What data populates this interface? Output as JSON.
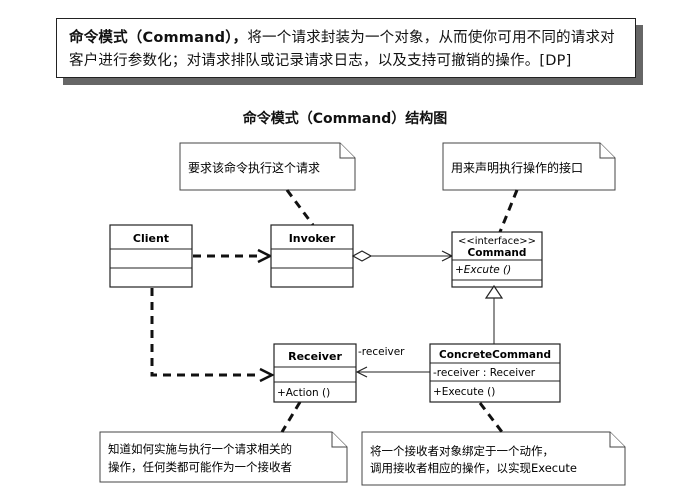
{
  "definition": {
    "lead": "命令模式（Command），",
    "text": "将一个请求封装为一个对象，从而使你可用不同的请求对客户进行参数化；对请求排队或记录请求日志，以及支持可撤销的操作。[DP]"
  },
  "diagram_title": "命令模式（Command）结构图",
  "notes": {
    "invoker": "要求该命令执行这个请求",
    "command": "用来声明执行操作的接口",
    "receiver_line1": "知道如何实施与执行一个请求相关的",
    "receiver_line2": "操作，任何类都可能作为一个接收者",
    "concrete_line1": "将一个接收者对象绑定于一个动作，",
    "concrete_line2": "调用接收者相应的操作，以实现Execute"
  },
  "classes": {
    "client": {
      "name": "Client"
    },
    "invoker": {
      "name": "Invoker"
    },
    "command": {
      "stereotype": "<<interface>>",
      "name": "Command",
      "operation": "+Excute ()"
    },
    "receiver": {
      "name": "Receiver",
      "operation": "+Action ()"
    },
    "concrete": {
      "name": "ConcreteCommand",
      "attribute": "-receiver  : Receiver",
      "operation": "+Execute ()"
    }
  },
  "association_label": "-receiver",
  "colors": {
    "line": "#222222",
    "shadow": "#666666"
  }
}
